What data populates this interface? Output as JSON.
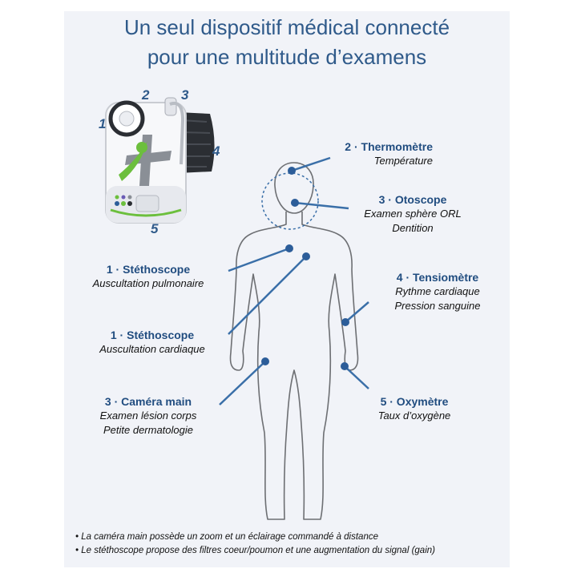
{
  "title": {
    "line1": "Un seul dispositif médical connecté",
    "line2": "pour une multitude d’examens"
  },
  "device_numbers": [
    "1",
    "2",
    "3",
    "4",
    "5"
  ],
  "labels": {
    "thermometre": {
      "heading": "2 · Thermomètre",
      "lines": [
        "Température"
      ]
    },
    "otoscope": {
      "heading": "3 · Otoscope",
      "lines": [
        "Examen sphère ORL",
        "Dentition"
      ]
    },
    "stetho_pulmo": {
      "heading": "1 · Stéthoscope",
      "lines": [
        "Auscultation pulmonaire"
      ]
    },
    "tensiometre": {
      "heading": "4 · Tensiomètre",
      "lines": [
        "Rythme cardiaque",
        "Pression sanguine"
      ]
    },
    "stetho_cardio": {
      "heading": "1 · Stéthoscope",
      "lines": [
        "Auscultation cardiaque"
      ]
    },
    "camera": {
      "heading": "3 · Caméra main",
      "lines": [
        "Examen lésion corps",
        "Petite dermatologie"
      ]
    },
    "oxymetre": {
      "heading": "5 · Oxymètre",
      "lines": [
        "Taux d’oxygène"
      ]
    }
  },
  "notes": [
    "• La caméra main possède un zoom et un éclairage commandé à distance",
    "• Le stéthoscope propose des filtres coeur/poumon et une augmentation du signal (gain)"
  ],
  "colors": {
    "accent": "#214d80",
    "title": "#2f5a8a",
    "dot": "#2c5d99",
    "line": "#3a6fa8",
    "brand_green": "#6cbf3d",
    "brand_gray": "#8a8f96"
  }
}
